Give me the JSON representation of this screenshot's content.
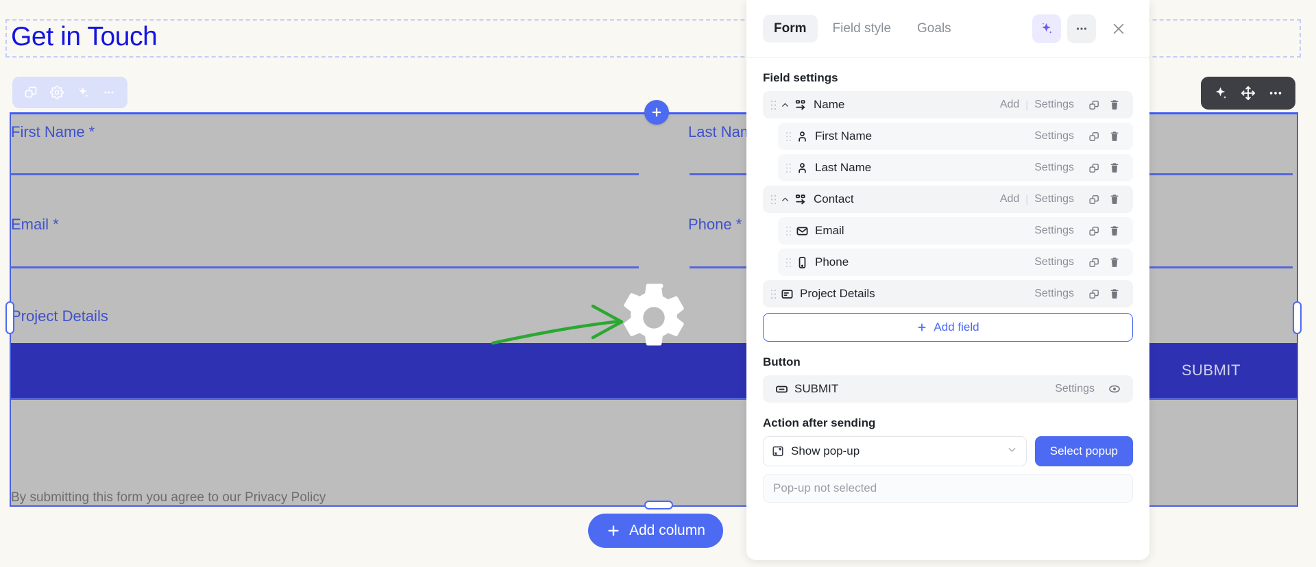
{
  "canvas": {
    "page_title": "Get in Touch",
    "element_toolbar_icons": [
      "duplicate-icon",
      "gear-icon",
      "ai-sparkle-icon",
      "more-icon"
    ],
    "floating_toolbar_icons": [
      "ai-sparkle-icon",
      "move-icon",
      "more-icon"
    ],
    "fields": [
      {
        "label": "First Name *"
      },
      {
        "label": "Last Name *"
      },
      {
        "label": "Email *"
      },
      {
        "label": "Phone *"
      },
      {
        "label": "Project Details"
      }
    ],
    "submit_label": "SUBMIT",
    "privacy_text": "By submitting this form you agree to our Privacy Policy",
    "add_column_label": "Add column",
    "add_column_plus": "+",
    "plus_glyph": "+",
    "cursor_icon": "gear-cursor-icon",
    "annotation_arrow": "green-arrow-annotation"
  },
  "panel": {
    "tabs": [
      {
        "label": "Form",
        "active": true
      },
      {
        "label": "Field style",
        "active": false
      },
      {
        "label": "Goals",
        "active": false
      }
    ],
    "header_icons": [
      "ai-sparkle-icon",
      "more-icon",
      "close-icon"
    ],
    "field_settings_title": "Field settings",
    "rows": [
      {
        "label": "Name",
        "type": "group",
        "icon": "group-icon",
        "add": "Add",
        "settings": "Settings",
        "collapsible": true
      },
      {
        "label": "First Name",
        "type": "child",
        "icon": "person-icon",
        "add": "",
        "settings": "Settings",
        "collapsible": false
      },
      {
        "label": "Last Name",
        "type": "child",
        "icon": "person-icon",
        "add": "",
        "settings": "Settings",
        "collapsible": false
      },
      {
        "label": "Contact",
        "type": "group",
        "icon": "group-icon",
        "add": "Add",
        "settings": "Settings",
        "collapsible": true
      },
      {
        "label": "Email",
        "type": "child",
        "icon": "mail-icon",
        "add": "",
        "settings": "Settings",
        "collapsible": false
      },
      {
        "label": "Phone",
        "type": "child",
        "icon": "phone-icon",
        "add": "",
        "settings": "Settings",
        "collapsible": false
      },
      {
        "label": "Project Details",
        "type": "solo",
        "icon": "textarea-icon",
        "add": "",
        "settings": "Settings",
        "collapsible": false
      }
    ],
    "add_field_label": "Add field",
    "add_field_plus": "+",
    "button_section_title": "Button",
    "submit_row": {
      "label": "SUBMIT",
      "settings": "Settings",
      "icon": "button-icon",
      "visibility_icon": "eye-icon"
    },
    "action_section_title": "Action after sending",
    "action_select_value": "Show pop-up",
    "action_select_icon": "popup-icon",
    "select_popup_label": "Select popup",
    "popup_placeholder": "Pop-up not selected"
  },
  "colors": {
    "accent_blue": "#4d6af2",
    "deep_blue": "#2f31b3",
    "label_blue": "#3f51cc",
    "title_blue": "#1414e0",
    "canvas_bg": "#faf8f3",
    "field_gray": "#bdbdbd",
    "annotation_green": "#2aa832"
  }
}
